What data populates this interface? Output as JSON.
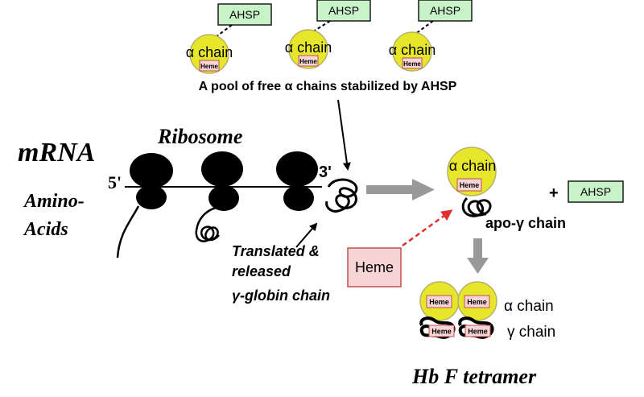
{
  "ahsp_box_label": "AHSP",
  "alpha_chain_label": "α chain",
  "heme_label": "Heme",
  "pool_caption": "A pool of free α chains stabilized by AHSP",
  "mrna_label": "mRNA",
  "ribosome_label": "Ribosome",
  "five_prime_label": "5'",
  "three_prime_label": "3'",
  "amino_acids_line1": "Amino-",
  "amino_acids_line2": "Acids",
  "translated_line1": "Translated &",
  "translated_line2": "released",
  "translated_line3": "γ-globin chain",
  "plus_sign": "+",
  "apo_gamma_label": "apo-γ chain",
  "heme_box_label": "Heme",
  "tetramer_alpha_label": "α chain",
  "tetramer_gamma_label": "γ chain",
  "tetramer_title": "Hb F tetramer",
  "colors": {
    "alpha_fill": "#e6e62a",
    "alpha_stroke": "#b8b06a",
    "ahsp_fill": "#c8f2c8",
    "ahsp_stroke": "#1a1a1a",
    "heme_fill": "#f7d4d6",
    "heme_stroke": "#c0504d",
    "gray_arrow": "#999999",
    "red_arrow": "#e03030"
  }
}
